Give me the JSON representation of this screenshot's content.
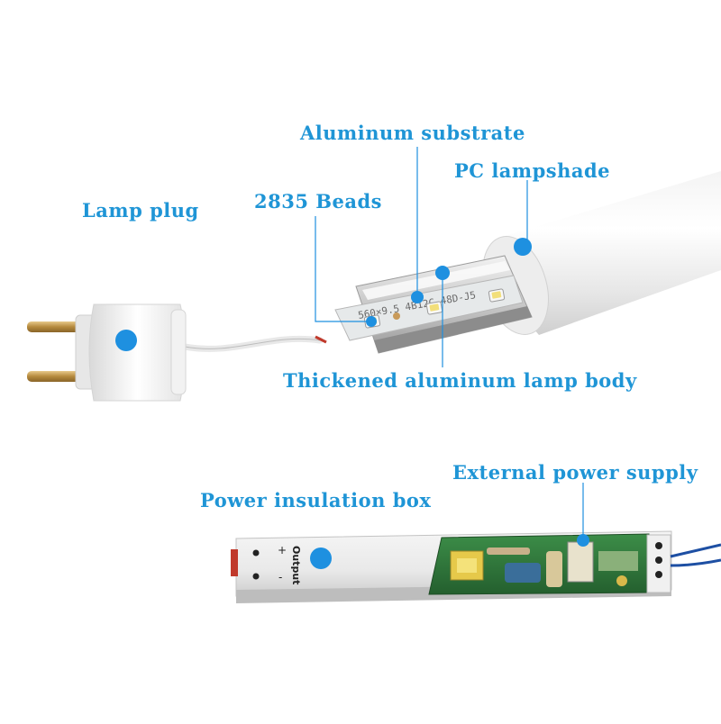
{
  "labels": {
    "aluminum_substrate": "Aluminum substrate",
    "pc_lampshade": "PC lampshade",
    "lamp_plug": "Lamp plug",
    "beads": "2835 Beads",
    "lamp_body": "Thickened aluminum lamp body",
    "external_power": "External power supply",
    "insulation_box": "Power insulation box"
  },
  "board_print": "560×9.5  4B12C-48D-J5",
  "driver": {
    "output_label": "Output",
    "plus": "+",
    "minus": "-"
  },
  "colors": {
    "label_blue": "#1f95d6",
    "marker_blue": "#1e90e0",
    "pcb_green": "#2f7a3c",
    "led_yellow": "#f2df7a",
    "brass": "#c9a25a"
  }
}
